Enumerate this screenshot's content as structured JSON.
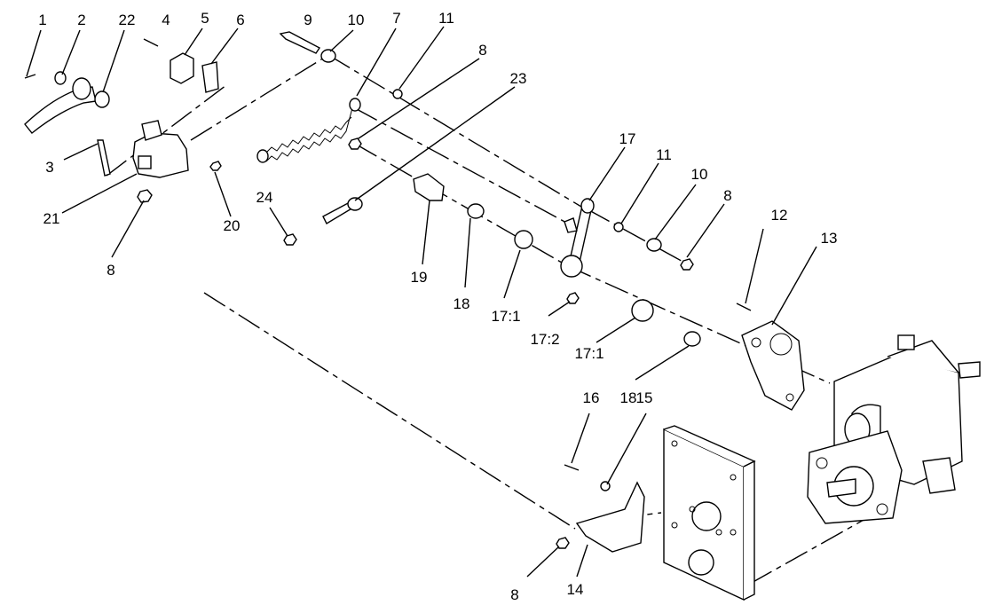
{
  "labels": {
    "l1": "1",
    "l2": "2",
    "l22": "22",
    "l4": "4",
    "l5": "5",
    "l6": "6",
    "l9": "9",
    "l10a": "10",
    "l7": "7",
    "l11a": "11",
    "l8a": "8",
    "l23": "23",
    "l3": "3",
    "l21": "21",
    "l8b": "8",
    "l20": "20",
    "l24": "24",
    "l17": "17",
    "l11b": "11",
    "l10b": "10",
    "l8c": "8",
    "l19": "19",
    "l18a": "18",
    "l171a": "17:1",
    "l172": "17:2",
    "l171b": "17:1",
    "l18b": "18",
    "l12": "12",
    "l13": "13",
    "l16": "16",
    "l15": "15",
    "l8d": "8",
    "l14": "14"
  }
}
